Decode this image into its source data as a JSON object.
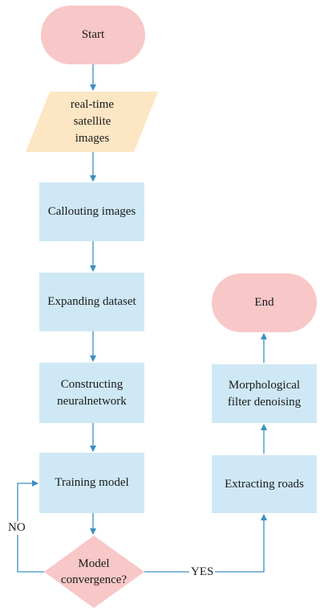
{
  "colors": {
    "terminal_fill": "#f8c7c7",
    "process_fill": "#cfe8f5",
    "io_fill": "#fde6c4",
    "decision_fill": "#f8c7c7",
    "arrow": "#3a8fc4"
  },
  "nodes": {
    "start": "Start",
    "input": "real-time\nsatellite\nimages",
    "calloute": "Callouting images",
    "expand": "Expanding dataset",
    "construct": "Constructing\nneuralnetwork",
    "train": "Training model",
    "decision": "Model\nconvergence?",
    "extract": "Extracting roads",
    "filter": "Morphological\nfilter denoising",
    "end": "End"
  },
  "edge_labels": {
    "no": "NO",
    "yes": "YES"
  }
}
